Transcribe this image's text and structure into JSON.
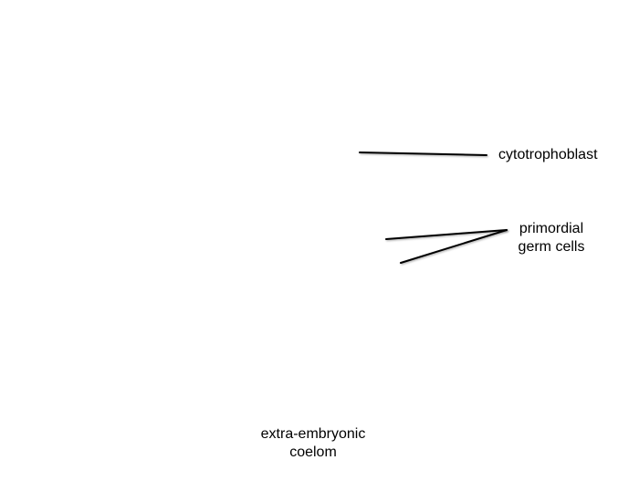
{
  "diagram": {
    "labels": {
      "cytotrophoblast": "cytotrophoblast",
      "primordial_germ_cells": {
        "line1": "primordial",
        "line2": "germ cells"
      },
      "extra_embryonic_coelom": {
        "line1": "extra-embryonic",
        "line2": "coelom"
      }
    },
    "colors": {
      "background": "#ffffff",
      "ink": "#000000"
    }
  }
}
